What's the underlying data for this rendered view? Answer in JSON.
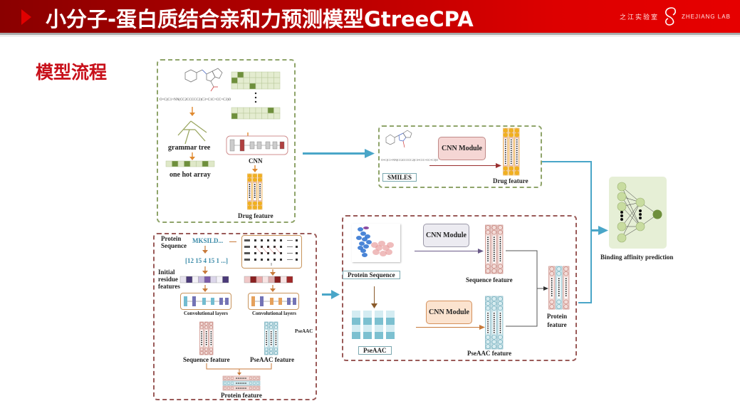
{
  "header": {
    "title": "小分子-蛋白质结合亲和力预测模型GtreeCPA",
    "logo_cn": "之江实验室",
    "logo_en": "ZHEJIANG LAB"
  },
  "section": {
    "title": "模型流程"
  },
  "drug_panel": {
    "smiles_string": "O=C(C1=NN(CC2CCCCC2)C3=C1C=CC=C3)O",
    "grammar_tree_label": "grammar tree",
    "one_hot_label": "one hot array",
    "cnn_label": "CNN",
    "drug_feature_label": "Drug feature"
  },
  "drug_summary": {
    "smiles_string": "O=C(C1=NN(CC2CCCCC2)C3=C1C=CC=C3)O",
    "smiles_label": "SMILES",
    "module_label": "CNN Module",
    "feature_label": "Drug feature"
  },
  "protein_panel": {
    "protein_sequence_label": "Protein Sequence",
    "sequence_text": "MKSILD...",
    "encoded_sequence": "[12 15 4 15 1 ...]",
    "initial_residue_label": "Initial residue features",
    "conv_layers_left": "Convolutional layers",
    "conv_layers_right": "Convolutional layers",
    "pseaac_label": "PseAAC",
    "sequence_feature_label": "Sequence feature",
    "pseaac_feature_label": "PseAAC feature",
    "protein_feature_label": "Protein feature"
  },
  "protein_summary": {
    "protein_sequence_label": "Protein Sequence",
    "pseaac_label": "PseAAC",
    "module_top_label": "CNN Module",
    "module_bottom_label": "CNN Module",
    "sequence_feature_label": "Sequence feature",
    "pseaac_feature_label": "PseAAC feature",
    "protein_feature_label": "Protein feature"
  },
  "prediction": {
    "label": "Binding affinity prediction"
  },
  "colors": {
    "accent_red": "#c8101a",
    "flow_blue": "#4aa6c8",
    "drug_green": "#6e8f3c",
    "protein_brown": "#9a5a58"
  }
}
